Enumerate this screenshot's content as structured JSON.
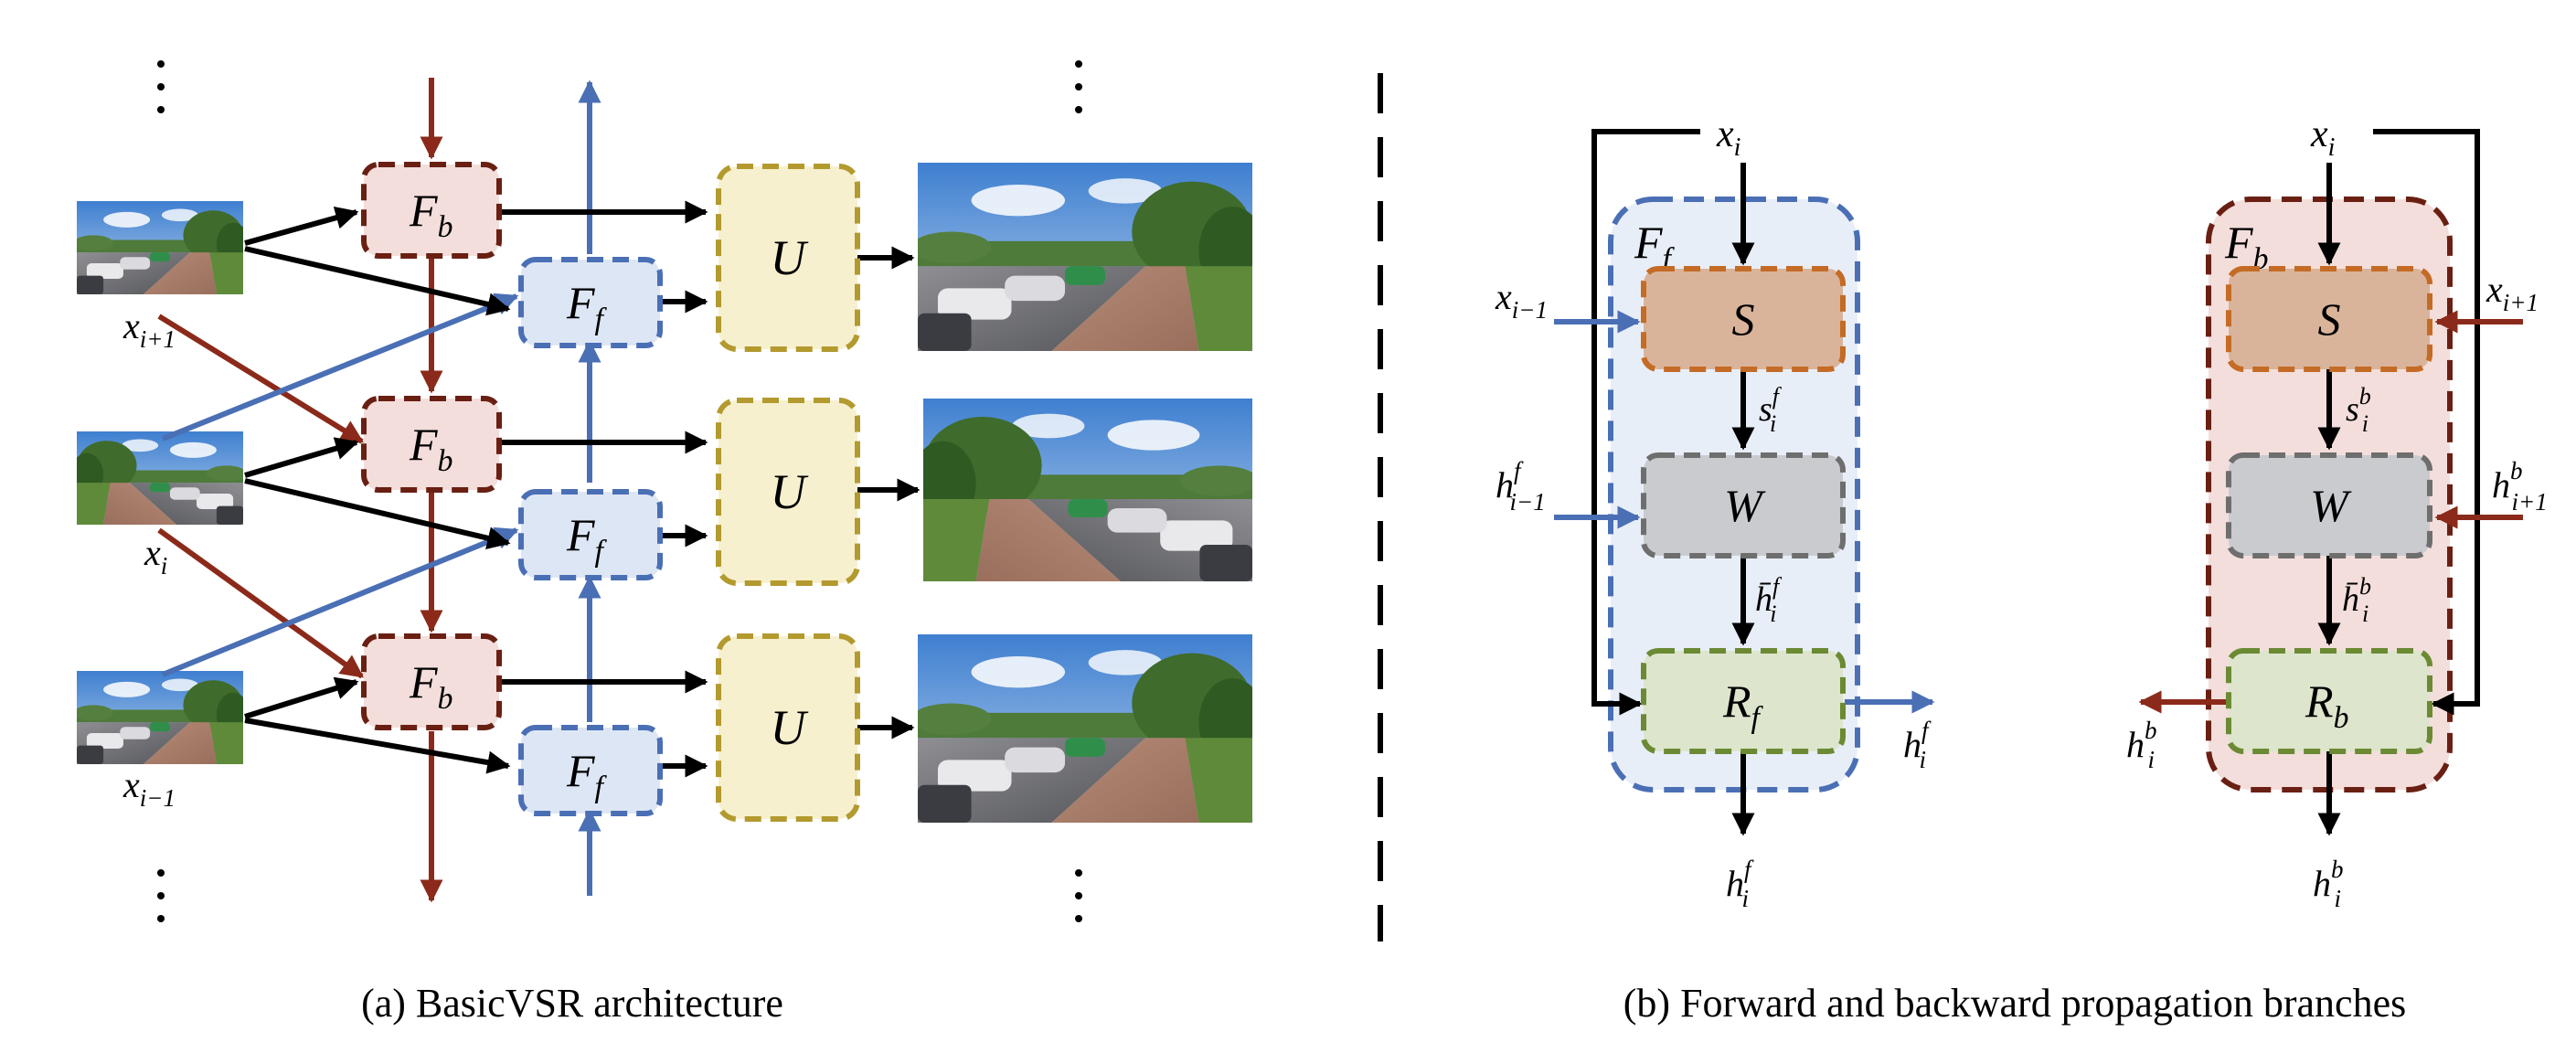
{
  "colors": {
    "backward": "#8B2A1A",
    "forward": "#4A6FB5",
    "upsample": "#B39A2E",
    "black": "#000000",
    "fb_fill": "#F3DEDB",
    "ff_fill": "#DDE6F4",
    "u_fill": "#F7F0CF",
    "s_fill": "#D9B49A",
    "s_stroke": "#C46B26",
    "w_fill": "#C9CBCF",
    "w_stroke": "#6E6E6E",
    "r_fill": "#DDE5CC",
    "r_stroke": "#6B8A33"
  },
  "panel_a": {
    "caption": "(a) BasicVSR architecture",
    "fb": {
      "base": "F",
      "sub": "b"
    },
    "ff": {
      "base": "F",
      "sub": "f"
    },
    "u": "U",
    "input_labels": [
      {
        "base": "x",
        "sub": "i+1"
      },
      {
        "base": "x",
        "sub": "i"
      },
      {
        "base": "x",
        "sub": "i−1"
      }
    ],
    "input_images": [
      "input-frame-i-plus-1",
      "input-frame-i",
      "input-frame-i-minus-1"
    ],
    "output_images": [
      "output-frame-i-plus-1",
      "output-frame-i",
      "output-frame-i-minus-1"
    ]
  },
  "panel_b": {
    "caption": "(b) Forward and backward propagation branches",
    "forward": {
      "container": {
        "base": "F",
        "sub": "f"
      },
      "top_input": {
        "base": "x",
        "sub": "i"
      },
      "side_x": {
        "base": "x",
        "sub": "i−1"
      },
      "side_h": {
        "base": "h",
        "sup": "f",
        "sub": "i−1"
      },
      "s": "S",
      "w": "W",
      "r": {
        "base": "R",
        "sub": "f"
      },
      "flow_s": {
        "base": "s",
        "sup": "f",
        "sub": "i"
      },
      "warped": {
        "base": "h̄",
        "sup": "f",
        "sub": "i"
      },
      "side_out": {
        "base": "h",
        "sup": "f",
        "sub": "i"
      },
      "bottom_out": {
        "base": "h",
        "sup": "f",
        "sub": "i"
      }
    },
    "backward": {
      "container": {
        "base": "F",
        "sub": "b"
      },
      "top_input": {
        "base": "x",
        "sub": "i"
      },
      "side_x": {
        "base": "x",
        "sub": "i+1"
      },
      "side_h": {
        "base": "h",
        "sup": "b",
        "sub": "i+1"
      },
      "s": "S",
      "w": "W",
      "r": {
        "base": "R",
        "sub": "b"
      },
      "flow_s": {
        "base": "s",
        "sup": "b",
        "sub": "i"
      },
      "warped": {
        "base": "h̄",
        "sup": "b",
        "sub": "i"
      },
      "side_out": {
        "base": "h",
        "sup": "b",
        "sub": "i"
      },
      "bottom_out": {
        "base": "h",
        "sup": "b",
        "sub": "i"
      }
    }
  }
}
